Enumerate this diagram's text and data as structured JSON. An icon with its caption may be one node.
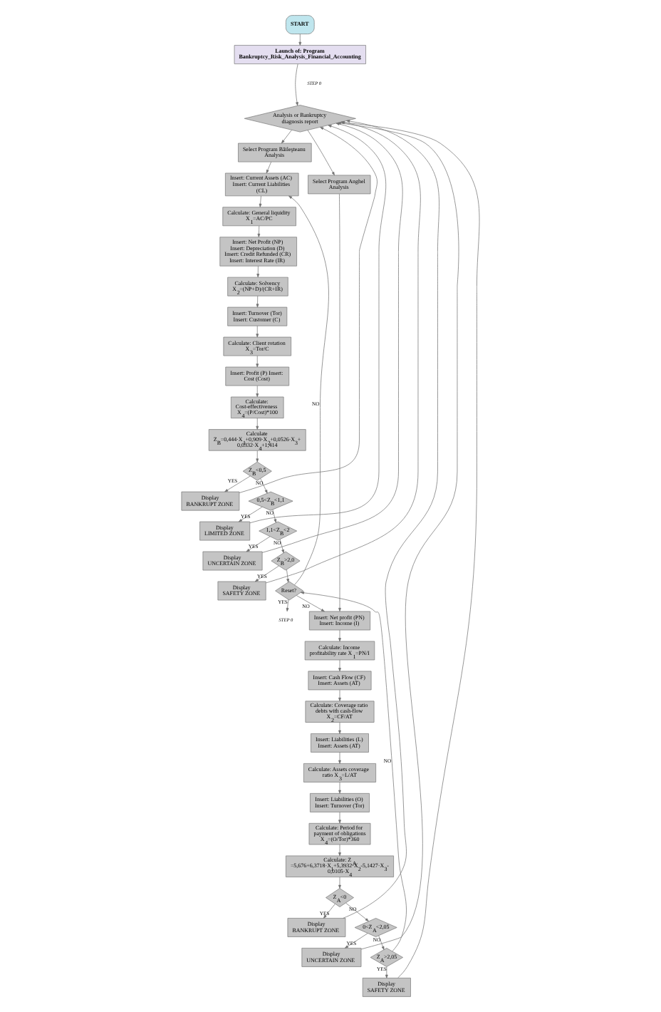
{
  "diagram": {
    "nodes": [
      {
        "text": [
          "START"
        ]
      },
      {
        "text": [
          "Launch of: Program Bankruptcy_Risk_Analysis_Financial_Accounting"
        ]
      },
      {
        "text": [
          "Analysis or Bankruptcy diagnosis report"
        ]
      },
      {
        "text": [
          "Select Program Băileşteanu Analysis"
        ]
      },
      {
        "text": [
          "Select Program Anghel Analysis"
        ]
      },
      {
        "text": [
          "Insert: Current Assets (AC) Insert: Current Liabilities (CL)"
        ]
      },
      {
        "text": [
          "Calculate: General liquidity X$_{1}$=AC/PC"
        ]
      },
      {
        "text": [
          "Insert: Net Profit (NP) Insert: Depreciation (D) Insert: Credit Refunded (CR) Insert: Interest Rate (IR)"
        ]
      },
      {
        "text": [
          "Calculate: Solvency X$_{2}$=(NP+D)/(CR+IR)"
        ]
      },
      {
        "text": [
          "Insert: Turnover (Tor) Insert: Customer (C)"
        ]
      },
      {
        "text": [
          "Calculate: Client rotation X$_{3}$=Tor/C"
        ]
      },
      {
        "text": [
          "Insert: Profit (P) Insert: Cost (Cost)"
        ]
      },
      {
        "text": [
          "Calculate: Cost-effectiveness X$_{4}$=(P/Cost)*100"
        ]
      },
      {
        "text": [
          "Calculate Z$_{B}$=0,444·X$_{1}$+0,909·X$_{2}$+0,0526·X$_{3}$+ 0,0332·X$_{4}$+1,414"
        ]
      },
      {
        "text": [
          "Z$_{B}$<0,5"
        ]
      },
      {
        "text": [
          "Display",
          "BANKRUPT ZONE"
        ]
      },
      {
        "text": [
          "0,5<Z$_{B}$<1,1"
        ]
      },
      {
        "text": [
          "Display",
          "LIMITED ZONE"
        ]
      },
      {
        "text": [
          "1,1<Z$_{B}$<2"
        ]
      },
      {
        "text": [
          "Display",
          "UNCERTAIN ZONE"
        ]
      },
      {
        "text": [
          "Z$_{B}$>2,0"
        ]
      },
      {
        "text": [
          "Display",
          "SAFETY ZONE"
        ]
      },
      {
        "text": [
          "Reset?"
        ]
      },
      {
        "text": [
          "STEP 0"
        ]
      },
      {
        "text": [
          "Insert: Net profit (PN) Insert: Income (I)"
        ]
      },
      {
        "text": [
          "Calculate: Income profitability rate X$_{1}$=PN/I"
        ]
      },
      {
        "text": [
          "Insert: Cash Flow (CF) Insert: Assets (AT)"
        ]
      },
      {
        "text": [
          "Calculate: Coverage ratio debts with cash-flow X$_{2}$=CF/AT"
        ]
      },
      {
        "text": [
          "Insert: Liabilities (L) Insert: Assets (AT)"
        ]
      },
      {
        "text": [
          "Calculate: Assets coverage ratio X$_{3}$=L/AT"
        ]
      },
      {
        "text": [
          "Insert: Liabilities (O) Insert: Turnover (Tor)"
        ]
      },
      {
        "text": [
          "Calculate: Period for payment of obligations X$_{4}$=(O/Tor)*360"
        ]
      },
      {
        "text": [
          "Calculate: Z$_{A}$ =5,676+6,3718·X$_{1}$+5,3932·X$_{2}$-5,1427·X$_{3}$- 0,0105·X$_{4}$"
        ]
      },
      {
        "text": [
          "Z$_{A}$<0"
        ]
      },
      {
        "text": [
          "Display",
          "BANKRUPT ZONE"
        ]
      },
      {
        "text": [
          "0<Z$_{A}$<2,05"
        ]
      },
      {
        "text": [
          "Display",
          "UNCERTAIN ZONE"
        ]
      },
      {
        "text": [
          "Z$_{A}$>2,05"
        ]
      },
      {
        "text": [
          "Display",
          "SAFETY ZONE"
        ]
      }
    ],
    "edges": [
      {
        "from": 0,
        "to": 1,
        "arrow": "to"
      },
      {
        "from": 1,
        "to": 2,
        "arrow": "to"
      },
      {
        "from": 2,
        "to": 3,
        "arrow": "to"
      },
      {
        "from": 2,
        "to": 4,
        "arrow": "to"
      },
      {
        "from": 3,
        "to": 5,
        "arrow": "to"
      },
      {
        "from": 5,
        "to": 6,
        "arrow": "to"
      },
      {
        "from": 6,
        "to": 7,
        "arrow": "to"
      },
      {
        "from": 7,
        "to": 8,
        "arrow": "to"
      },
      {
        "from": 8,
        "to": 9,
        "arrow": "to"
      },
      {
        "from": 9,
        "to": 10,
        "arrow": "to"
      },
      {
        "from": 10,
        "to": 11,
        "arrow": "to"
      },
      {
        "from": 11,
        "to": 12,
        "arrow": "to"
      },
      {
        "from": 12,
        "to": 13,
        "arrow": "to"
      },
      {
        "from": 13,
        "to": 14,
        "arrow": "to"
      },
      {
        "from": 14,
        "to": 15,
        "arrow": "to",
        "label": "YES"
      },
      {
        "from": 14,
        "to": 16,
        "arrow": "to",
        "label": "NO"
      },
      {
        "from": 16,
        "to": 17,
        "arrow": "to",
        "label": "YES"
      },
      {
        "from": 16,
        "to": 18,
        "arrow": "to",
        "label": "NO"
      },
      {
        "from": 18,
        "to": 19,
        "arrow": "to",
        "label": "YES"
      },
      {
        "from": 18,
        "to": 20,
        "arrow": "to",
        "label": "NO"
      },
      {
        "from": 20,
        "to": 21,
        "arrow": "to",
        "label": "YES"
      },
      {
        "from": 20,
        "to": 22,
        "arrow": "to"
      },
      {
        "from": 4,
        "to": 24,
        "arrow": "to"
      },
      {
        "from": 24,
        "to": 25,
        "arrow": "to"
      },
      {
        "from": 25,
        "to": 26,
        "arrow": "to"
      },
      {
        "from": 26,
        "to": 27,
        "arrow": "to"
      },
      {
        "from": 27,
        "to": 28,
        "arrow": "to"
      },
      {
        "from": 28,
        "to": 29,
        "arrow": "to"
      },
      {
        "from": 29,
        "to": 30,
        "arrow": "to"
      },
      {
        "from": 30,
        "to": 31,
        "arrow": "to"
      },
      {
        "from": 31,
        "to": 32,
        "arrow": "to"
      },
      {
        "from": 32,
        "to": 33,
        "arrow": "to"
      },
      {
        "from": 33,
        "to": 34,
        "arrow": "to",
        "label": "YES"
      },
      {
        "from": 33,
        "to": 35,
        "arrow": "to",
        "label": "NO"
      },
      {
        "from": 35,
        "to": 36,
        "arrow": "to",
        "label": "YES"
      },
      {
        "from": 35,
        "to": 37,
        "arrow": "to",
        "label": "NO"
      },
      {
        "from": 37,
        "to": 38,
        "arrow": "to",
        "label": "YES"
      },
      {
        "from": 37,
        "to": 22,
        "arrow": "to",
        "label": "NO"
      },
      {
        "from": 22,
        "to": 23,
        "arrow": "to",
        "label": "YES"
      },
      {
        "from": 22,
        "to": 5,
        "arrow": "to",
        "label": "NO"
      },
      {
        "from": 22,
        "to": 24,
        "arrow": "to",
        "label": "NO"
      },
      {
        "from": 15,
        "to": 2,
        "arrow": "to"
      },
      {
        "from": 17,
        "to": 2,
        "arrow": "to"
      },
      {
        "from": 19,
        "to": 2,
        "arrow": "to"
      },
      {
        "from": 21,
        "to": 2,
        "arrow": "to"
      },
      {
        "from": 34,
        "to": 2,
        "arrow": "to"
      },
      {
        "from": 36,
        "to": 2,
        "arrow": "to"
      },
      {
        "from": 38,
        "to": 2,
        "arrow": "to"
      }
    ],
    "labels": [
      "STEP 0"
    ]
  }
}
